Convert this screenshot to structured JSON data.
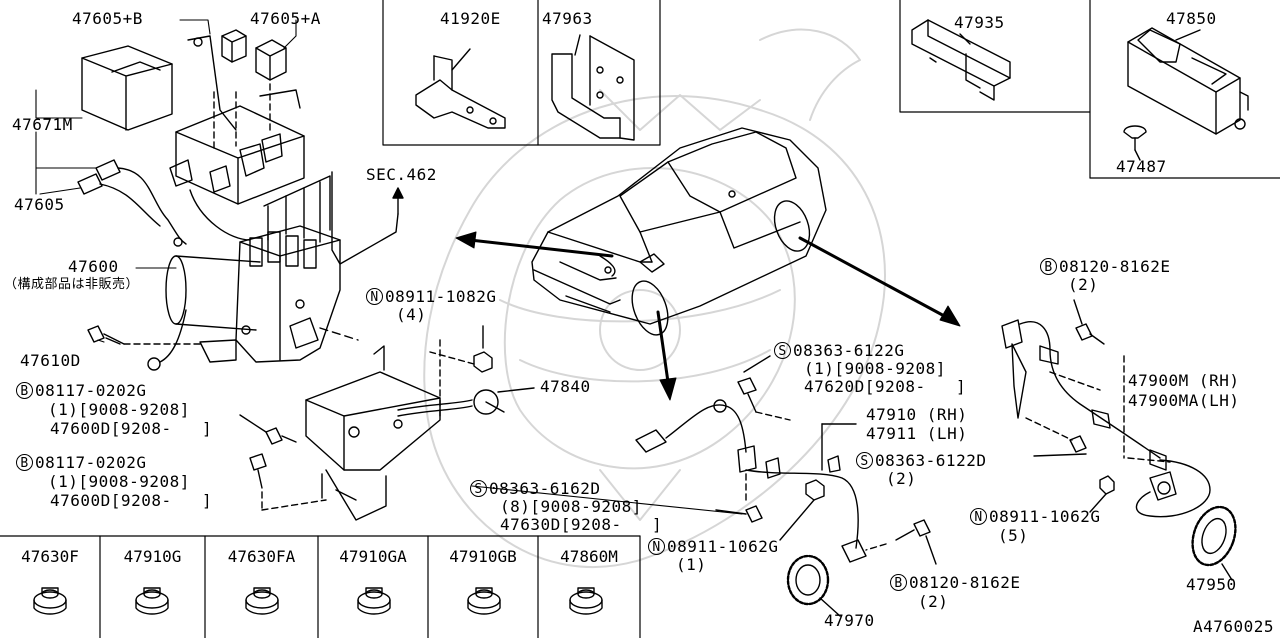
{
  "diagram_id": "A4760025",
  "section_ref": "SEC.462",
  "jp_note": "（構成部品は非販売）",
  "box_labels": {
    "b41920e": "41920E",
    "b47963": "47963",
    "b47935": "47935",
    "b47850": "47850",
    "b47487": "47487"
  },
  "labels": {
    "p47605b": "47605+B",
    "p47605a": "47605+A",
    "p47671m": "47671M",
    "p47605": "47605",
    "p47600": "47600",
    "p47610d": "47610D",
    "b08117a": "08117-0202G",
    "b08117a_1": "(1)[9008-9208]",
    "b08117a_2": "47600D[9208-   ]",
    "b08117b": "08117-0202G",
    "b08117b_1": "(1)[9008-9208]",
    "b08117b_2": "47600D[9208-   ]",
    "n08911a": "08911-1082G",
    "n08911a_1": "(4)",
    "p47840": "47840",
    "s08363a": "08363-6122G",
    "s08363a_1": "(1)[9008-9208]",
    "s08363a_2": "47620D[9208-   ]",
    "p47910": "47910 (RH)",
    "p47911": "47911 (LH)",
    "s08363d": "08363-6122D",
    "s08363d_1": "(2)",
    "s08363f": "08363-6162D",
    "s08363f_1": "(8)[9008-9208]",
    "s08363f_2": "47630D[9208-   ]",
    "n08911b": "08911-1062G",
    "n08911b_1": "(1)",
    "b08120a": "08120-8162E",
    "b08120a_1": "(2)",
    "p47970": "47970",
    "b08120b": "08120-8162E",
    "b08120b_1": "(2)",
    "p47900m": "47900M (RH)",
    "p47900ma": "47900MA(LH)",
    "n08911c": "08911-1062G",
    "n08911c_1": "(5)",
    "p47950": "47950"
  },
  "markers": {
    "b": "B",
    "n": "N",
    "s": "S"
  },
  "tray": [
    {
      "part": "47630F"
    },
    {
      "part": "47910G"
    },
    {
      "part": "47630FA"
    },
    {
      "part": "47910GA"
    },
    {
      "part": "47910GB"
    },
    {
      "part": "47860M"
    }
  ]
}
